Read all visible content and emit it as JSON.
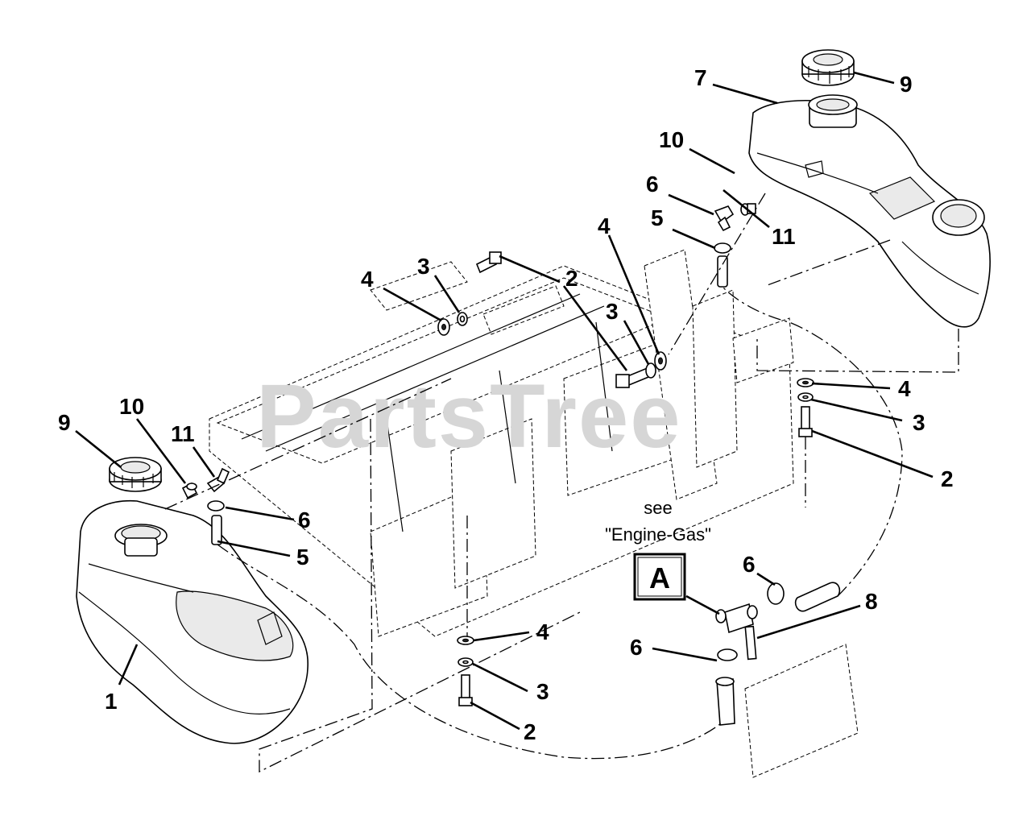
{
  "watermark": "PartsTree",
  "reference_note": {
    "line1": "see",
    "line2": "\"Engine-Gas\"",
    "box_letter": "A"
  },
  "callouts": {
    "c1": "1",
    "c2_top": "2",
    "c2_right": "2",
    "c2_bottom": "2",
    "c3_top_left": "3",
    "c3_top_mid": "3",
    "c3_right": "3",
    "c3_bottom": "3",
    "c4_top_left": "4",
    "c4_top_mid": "4",
    "c4_right": "4",
    "c4_bottom": "4",
    "c5_left": "5",
    "c5_right": "5",
    "c6_left": "6",
    "c6_top_right": "6",
    "c6_valve_upper": "6",
    "c6_valve_lower": "6",
    "c7": "7",
    "c8": "8",
    "c9_left": "9",
    "c9_right": "9",
    "c10_left": "10",
    "c10_right": "10",
    "c11_left": "11",
    "c11_right": "11"
  }
}
